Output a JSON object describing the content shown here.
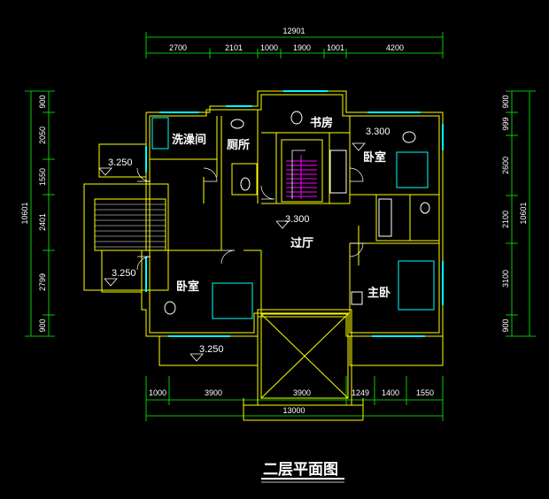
{
  "plan_title": "二层平面图",
  "rooms": {
    "bathroom_wash": "洗澡间",
    "toilet": "厕所",
    "study": "书房",
    "bedroom_ne": "卧室",
    "hall": "过厅",
    "bedroom_sw": "卧室",
    "master_bedroom": "主卧"
  },
  "levels": {
    "study": "3.300",
    "balcony_west_top": "3.250",
    "hall": "3.300",
    "balcony_west_mid": "3.250",
    "balcony_south": "3.250"
  },
  "dimensions": {
    "top_total": "12901",
    "top_segments": [
      "2700",
      "2101",
      "1000",
      "1900",
      "1001",
      "4200"
    ],
    "bottom_segments": [
      "1000",
      "3900",
      "3900",
      "1249",
      "1400",
      "1550"
    ],
    "bottom_total": "13000",
    "left_segments": [
      "900",
      "2050",
      "1550",
      "2401",
      "2799",
      "900"
    ],
    "left_total": "10601",
    "right_segments": [
      "900",
      "999",
      "2600",
      "2100",
      "3100",
      "900"
    ],
    "right_total": "10601"
  },
  "colors": {
    "background": "#000000",
    "wall": "#ffff00",
    "dimension_line": "#00ff00",
    "window": "#00ffff",
    "stair": "#ff00ff",
    "furniture": "#00ffff",
    "text": "#ffffff"
  }
}
